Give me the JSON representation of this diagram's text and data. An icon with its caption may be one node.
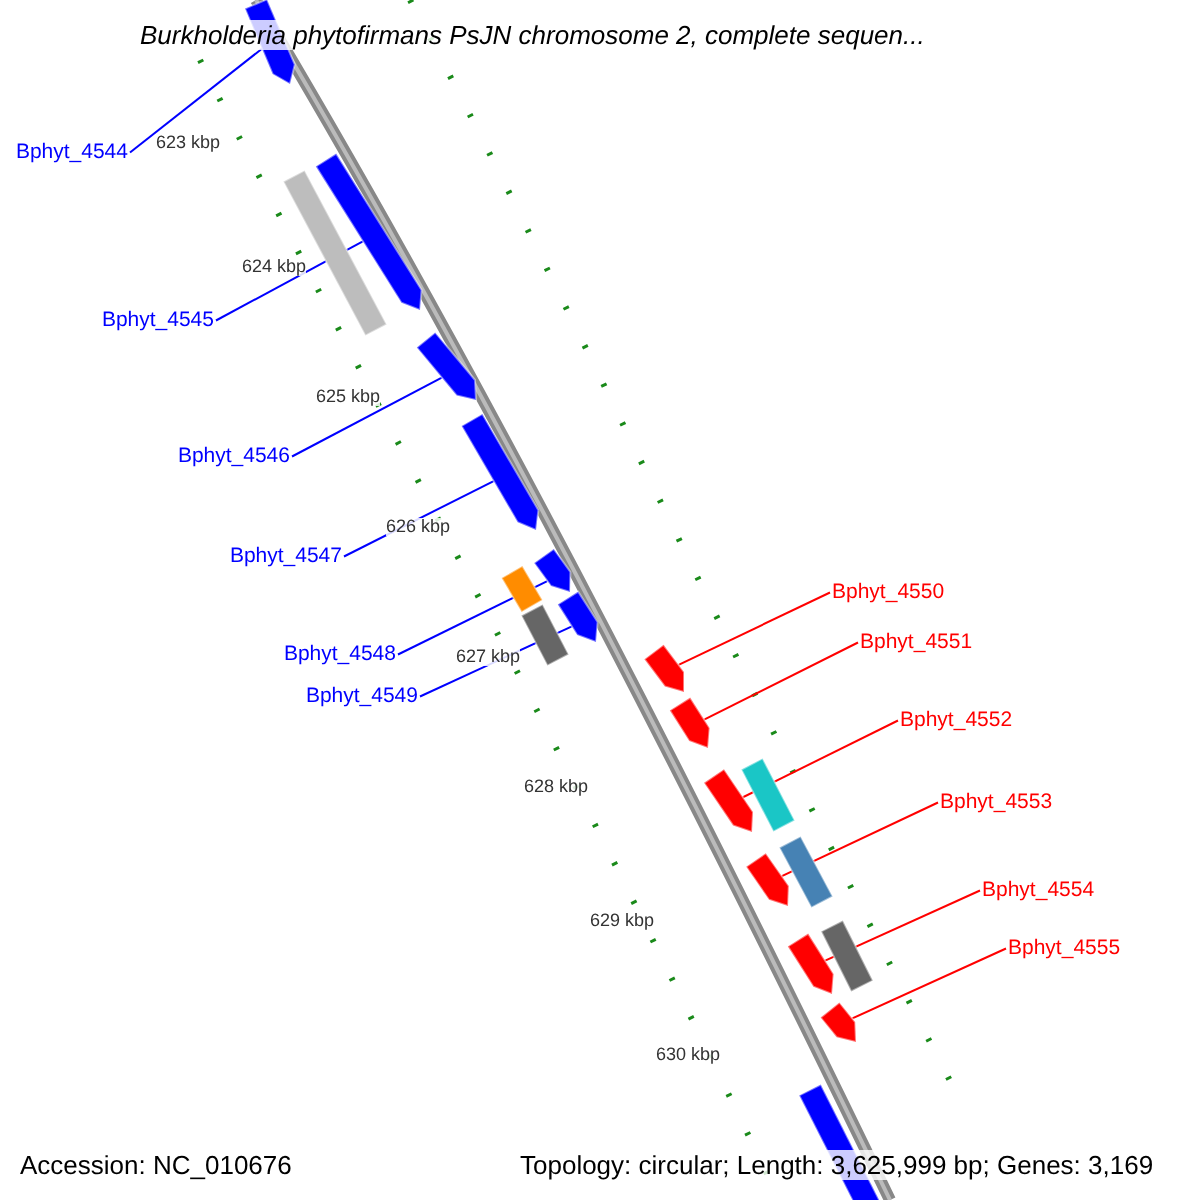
{
  "diagram": {
    "title": "Burkholderia phytofirmans PsJN chromosome 2, complete sequen...",
    "nodes": [
      {
        "text": [
          "Bphyt_4544"
        ]
      },
      {
        "text": [
          "Bphyt_4545"
        ]
      },
      {
        "text": [
          "Bphyt_4546"
        ]
      },
      {
        "text": [
          "Bphyt_4547"
        ]
      },
      {
        "text": [
          "Bphyt_4548"
        ]
      },
      {
        "text": [
          "Bphyt_4549"
        ]
      },
      {
        "text": [
          "Bphyt_4550"
        ]
      },
      {
        "text": [
          "Bphyt_4551"
        ]
      },
      {
        "text": [
          "Bphyt_4552"
        ]
      },
      {
        "text": [
          "Bphyt_4553"
        ]
      },
      {
        "text": [
          "Bphyt_4554"
        ]
      },
      {
        "text": [
          "Bphyt_4555"
        ]
      },
      {
        "text": [],
        "shape": "arrow"
      },
      {
        "text": [],
        "shape": "arrow"
      },
      {
        "text": [],
        "shape": "arrow"
      },
      {
        "text": [],
        "shape": "arrow"
      },
      {
        "text": [],
        "shape": "arrow"
      },
      {
        "text": [],
        "shape": "arrow"
      },
      {
        "text": [],
        "shape": "arrow"
      },
      {
        "text": [],
        "shape": "arrow"
      },
      {
        "text": [],
        "shape": "arrow"
      },
      {
        "text": [],
        "shape": "arrow"
      },
      {
        "text": [],
        "shape": "arrow"
      },
      {
        "text": [],
        "shape": "arrow"
      },
      {
        "text": [],
        "shape": "box"
      },
      {
        "text": [],
        "shape": "box"
      },
      {
        "text": [],
        "shape": "box"
      },
      {
        "text": [],
        "shape": "box"
      },
      {
        "text": [],
        "shape": "box"
      },
      {
        "text": [],
        "shape": "box"
      },
      {
        "text": [],
        "shape": "arrow"
      }
    ],
    "edges": [
      {
        "from": 0,
        "to": 12,
        "arrow": "none",
        "color": "#0000ff"
      },
      {
        "from": 1,
        "to": 13,
        "arrow": "none",
        "color": "#0000ff"
      },
      {
        "from": 2,
        "to": 14,
        "arrow": "none",
        "color": "#0000ff"
      },
      {
        "from": 3,
        "to": 15,
        "arrow": "none",
        "color": "#0000ff"
      },
      {
        "from": 4,
        "to": 16,
        "arrow": "none",
        "color": "#0000ff"
      },
      {
        "from": 5,
        "to": 17,
        "arrow": "none",
        "color": "#0000ff"
      },
      {
        "from": 6,
        "to": 18,
        "arrow": "none",
        "color": "#ff0000"
      },
      {
        "from": 7,
        "to": 19,
        "arrow": "none",
        "color": "#ff0000"
      },
      {
        "from": 8,
        "to": 20,
        "arrow": "none",
        "color": "#ff0000"
      },
      {
        "from": 9,
        "to": 21,
        "arrow": "none",
        "color": "#ff0000"
      },
      {
        "from": 10,
        "to": 22,
        "arrow": "none",
        "color": "#ff0000"
      },
      {
        "from": 11,
        "to": 23,
        "arrow": "none",
        "color": "#ff0000"
      }
    ],
    "labels": [
      "623 kbp",
      "624 kbp",
      "625 kbp",
      "626 kbp",
      "627 kbp",
      "628 kbp",
      "629 kbp",
      "630 kbp",
      "Accession: NC_010676",
      "Topology: circular; Length: 3,625,999 bp; Genes: 3,169"
    ]
  }
}
